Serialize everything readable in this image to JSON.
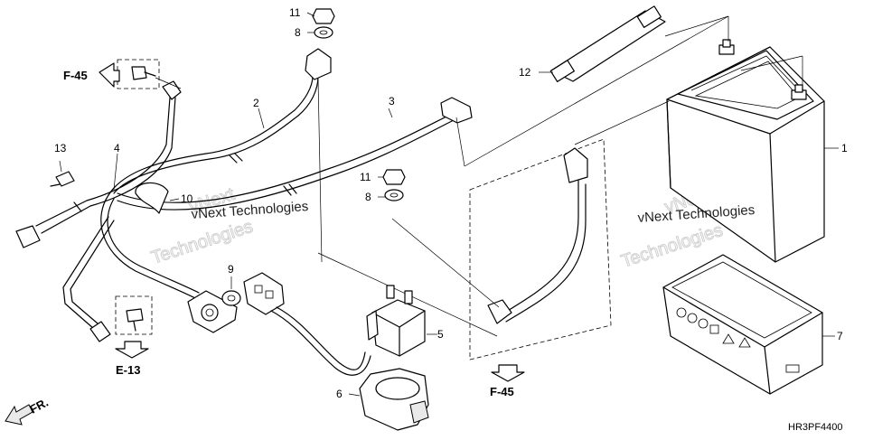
{
  "diagram": {
    "callouts": {
      "n1": "1",
      "n2": "2",
      "n3": "3",
      "n4": "4",
      "n5": "5",
      "n6": "6",
      "n7": "7",
      "n8a": "8",
      "n8b": "8",
      "n9": "9",
      "n10": "10",
      "n11a": "11",
      "n11b": "11",
      "n12": "12",
      "n13": "13"
    },
    "refs": {
      "f45_top": "F-45",
      "f45_bottom": "F-45",
      "e13": "E-13",
      "fr": "FR."
    },
    "diagram_code": "HR3PF4400",
    "watermarks": {
      "wm_left": "vNext Technologies",
      "wm_right": "vNext Technologies",
      "ghost_1": "vNext",
      "ghost_2": "Technologies",
      "ghost_3": "vNext",
      "ghost_4": "Technologies"
    }
  }
}
